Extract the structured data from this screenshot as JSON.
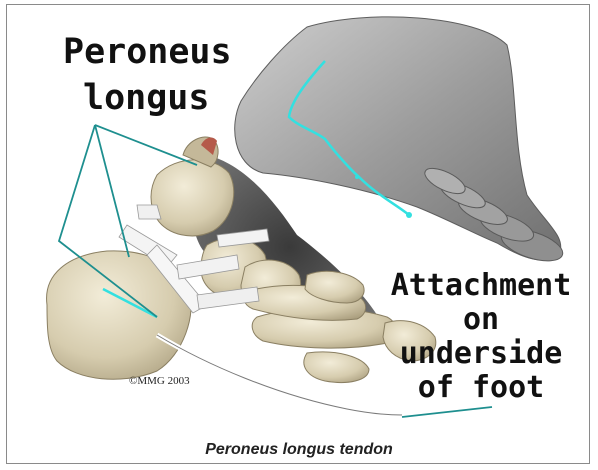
{
  "labels": {
    "muscle_line1": "Peroneus",
    "muscle_line2": "longus",
    "attachment_line1": "Attachment",
    "attachment_line2": "on",
    "attachment_line3": "underside",
    "attachment_line4": "of foot"
  },
  "copyright": "©MMG 2003",
  "caption": "Peroneus longus tendon",
  "colors": {
    "pointer_lines": "#1e8f8f",
    "tendon_highlight": "#33e0e0",
    "bone": "#d8cfb4",
    "foot_skin": "#9a9a9a"
  }
}
